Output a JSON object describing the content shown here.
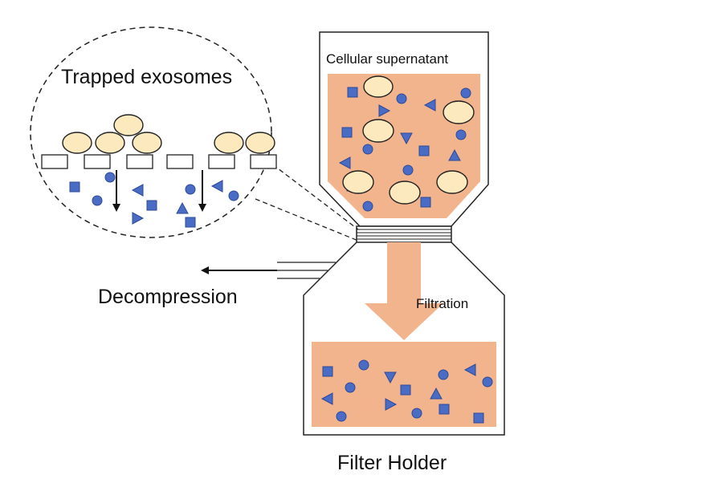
{
  "labels": {
    "trapped": "Trapped exosomes",
    "supernatant": "Cellular supernatant",
    "filtration": "Filtration",
    "decompression": "Decompression",
    "holder": "Filter Holder"
  },
  "colors": {
    "liquid": "#F2B48C",
    "particle": "#4A6CC4",
    "particle_stroke": "#2E4A9A",
    "exosome": "#FCE9BE",
    "arrow": "#F2B48C",
    "outline": "#222222"
  },
  "icons": [
    "blue-square-particle-icon",
    "blue-circle-particle-icon",
    "blue-triangle-particle-icon",
    "exosome-ellipse-icon"
  ]
}
